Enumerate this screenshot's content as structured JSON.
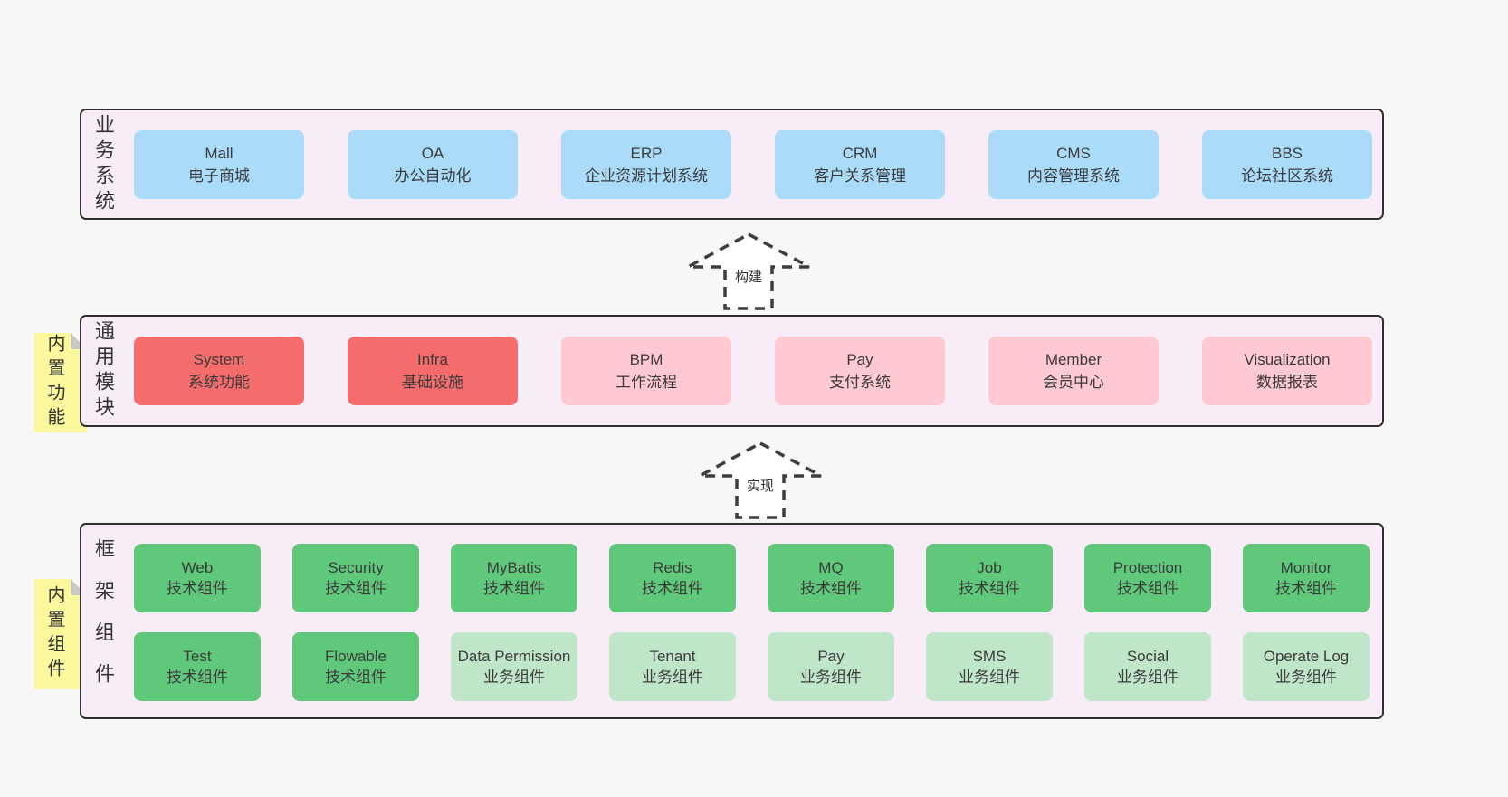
{
  "arrows": [
    {
      "label": "构建"
    },
    {
      "label": "实现"
    }
  ],
  "panels": [
    {
      "id": "business-systems",
      "label": "业务系统",
      "boxes": [
        {
          "title": "Mall",
          "subtitle": "电子商城",
          "variant": "blue"
        },
        {
          "title": "OA",
          "subtitle": "办公自动化",
          "variant": "blue"
        },
        {
          "title": "ERP",
          "subtitle": "企业资源计划系统",
          "variant": "blue"
        },
        {
          "title": "CRM",
          "subtitle": "客户关系管理",
          "variant": "blue"
        },
        {
          "title": "CMS",
          "subtitle": "内容管理系统",
          "variant": "blue"
        },
        {
          "title": "BBS",
          "subtitle": "论坛社区系统",
          "variant": "blue"
        }
      ]
    },
    {
      "id": "common-modules",
      "label": "通用模块",
      "sticky": "内置功能",
      "boxes": [
        {
          "title": "System",
          "subtitle": "系统功能",
          "variant": "red"
        },
        {
          "title": "Infra",
          "subtitle": "基础设施",
          "variant": "red"
        },
        {
          "title": "BPM",
          "subtitle": "工作流程",
          "variant": "pink"
        },
        {
          "title": "Pay",
          "subtitle": "支付系统",
          "variant": "pink"
        },
        {
          "title": "Member",
          "subtitle": "会员中心",
          "variant": "pink"
        },
        {
          "title": "Visualization",
          "subtitle": "数据报表",
          "variant": "pink"
        }
      ]
    },
    {
      "id": "framework-components",
      "label": "框架组件",
      "sticky": "内置组件",
      "rows": [
        [
          {
            "title": "Web",
            "subtitle": "技术组件",
            "variant": "green"
          },
          {
            "title": "Security",
            "subtitle": "技术组件",
            "variant": "green"
          },
          {
            "title": "MyBatis",
            "subtitle": "技术组件",
            "variant": "green"
          },
          {
            "title": "Redis",
            "subtitle": "技术组件",
            "variant": "green"
          },
          {
            "title": "MQ",
            "subtitle": "技术组件",
            "variant": "green"
          },
          {
            "title": "Job",
            "subtitle": "技术组件",
            "variant": "green"
          },
          {
            "title": "Protection",
            "subtitle": "技术组件",
            "variant": "green"
          },
          {
            "title": "Monitor",
            "subtitle": "技术组件",
            "variant": "green"
          }
        ],
        [
          {
            "title": "Test",
            "subtitle": "技术组件",
            "variant": "green"
          },
          {
            "title": "Flowable",
            "subtitle": "技术组件",
            "variant": "green"
          },
          {
            "title": "Data Permission",
            "subtitle": "业务组件",
            "variant": "lightgreen"
          },
          {
            "title": "Tenant",
            "subtitle": "业务组件",
            "variant": "lightgreen"
          },
          {
            "title": "Pay",
            "subtitle": "业务组件",
            "variant": "lightgreen"
          },
          {
            "title": "SMS",
            "subtitle": "业务组件",
            "variant": "lightgreen"
          },
          {
            "title": "Social",
            "subtitle": "业务组件",
            "variant": "lightgreen"
          },
          {
            "title": "Operate Log",
            "subtitle": "业务组件",
            "variant": "lightgreen"
          }
        ]
      ]
    }
  ],
  "colors": {
    "page_bg": "#f7f7f7",
    "panel_bg": "#f8edf6",
    "panel_border": "#2f2f2f",
    "blue": "#aadcfa",
    "red": "#f56c6c",
    "pink": "#ffc9d2",
    "green": "#5fc87b",
    "light_green": "#bfe6c9",
    "sticky_yellow": "#fbf79c",
    "text": "#3b3b3b"
  }
}
